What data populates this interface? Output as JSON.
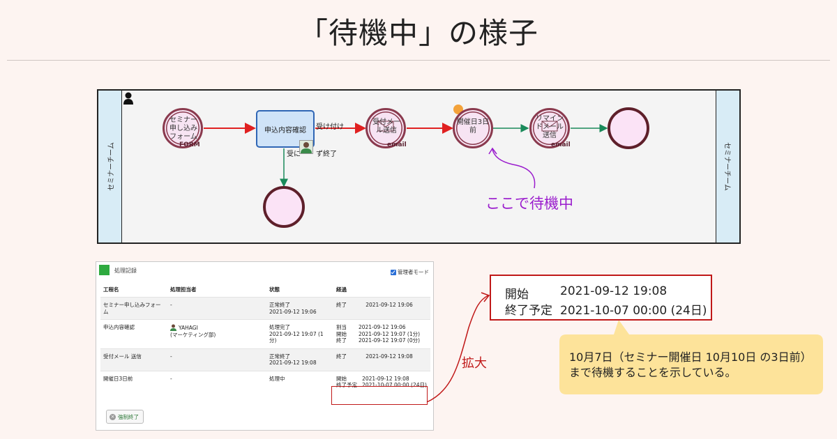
{
  "title": "「待機中」の様子",
  "diagram": {
    "lane_label": "セミナーチーム",
    "nodes": {
      "form": "セミナー申し込みフォーム",
      "form_sub": "FORM",
      "task": "申込内容確認",
      "mail": "受付メール送信",
      "mail_sub": "email",
      "timer": "開催日3日前",
      "remind": "リマインドメール送信",
      "remind_sub": "email"
    },
    "edge_labels": {
      "accept": "受け付け",
      "reject_a": "受に",
      "reject_b": "ず終了"
    },
    "callout": "ここで待機中"
  },
  "panel": {
    "title": "処理記録",
    "admin_mode": "管理者モード",
    "headers": [
      "工程名",
      "処理担当者",
      "状態",
      "経過"
    ],
    "rows": [
      {
        "step": "セミナー申し込みフォーム",
        "assignee": "-",
        "assignee_sub": "",
        "state": "正常終了",
        "state_time": "2021-09-12 19:06",
        "progress": [
          [
            "終了",
            "2021-09-12 19:06"
          ]
        ]
      },
      {
        "step": "申込内容確認",
        "assignee": "YAHAGI",
        "assignee_sub": "(マーケティング部)",
        "state": "処理完了",
        "state_time": "2021-09-12 19:07 (1分)",
        "progress": [
          [
            "割当",
            "2021-09-12 19:06"
          ],
          [
            "開始",
            "2021-09-12 19:07 (1分)"
          ],
          [
            "終了",
            "2021-09-12 19:07 (0分)"
          ]
        ]
      },
      {
        "step": "受付メール 送信",
        "assignee": "-",
        "assignee_sub": "",
        "state": "正常終了",
        "state_time": "2021-09-12 19:08",
        "progress": [
          [
            "終了",
            "2021-09-12 19:08"
          ]
        ]
      },
      {
        "step": "開催日3日前",
        "assignee": "-",
        "assignee_sub": "",
        "state": "処理中",
        "state_time": "",
        "progress": [
          [
            "開始",
            "2021-09-12 19:08"
          ],
          [
            "終了予定",
            "2021-10-07 00:00 (24日)"
          ]
        ]
      }
    ],
    "force_end": "強制終了"
  },
  "zoom": {
    "label": "拡大",
    "start_key": "開始",
    "start_val": "2021-09-12 19:08",
    "end_key": "終了予定",
    "end_val": "2021-10-07 00:00 (24日)"
  },
  "note": "10月7日（セミナー開催日 10月10日 の3日前）まで待機することを示している。",
  "colors": {
    "accent_red": "#c01818",
    "callout_purple": "#9a1ccd",
    "note_bg": "#fde39a"
  }
}
